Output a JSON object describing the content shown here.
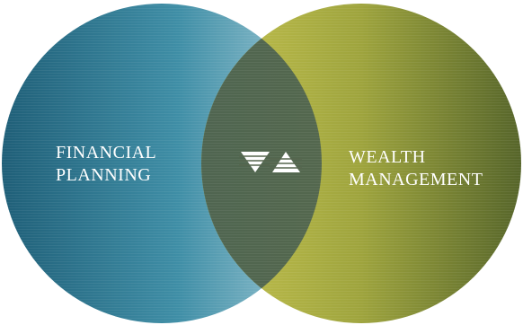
{
  "diagram": {
    "left_circle": {
      "line1": "FINANCIAL",
      "line2": "PLANNING",
      "color_dark": "#1f5f78",
      "color_light": "#8ab9c8"
    },
    "right_circle": {
      "line1": "WEALTH",
      "line2": "MANAGEMENT",
      "color_light": "#b6b544",
      "color_dark": "#5f6e2c"
    },
    "overlap_color": "#56664f",
    "center_icon": "stacked-triangles-logo",
    "text_color": "#ffffff"
  }
}
